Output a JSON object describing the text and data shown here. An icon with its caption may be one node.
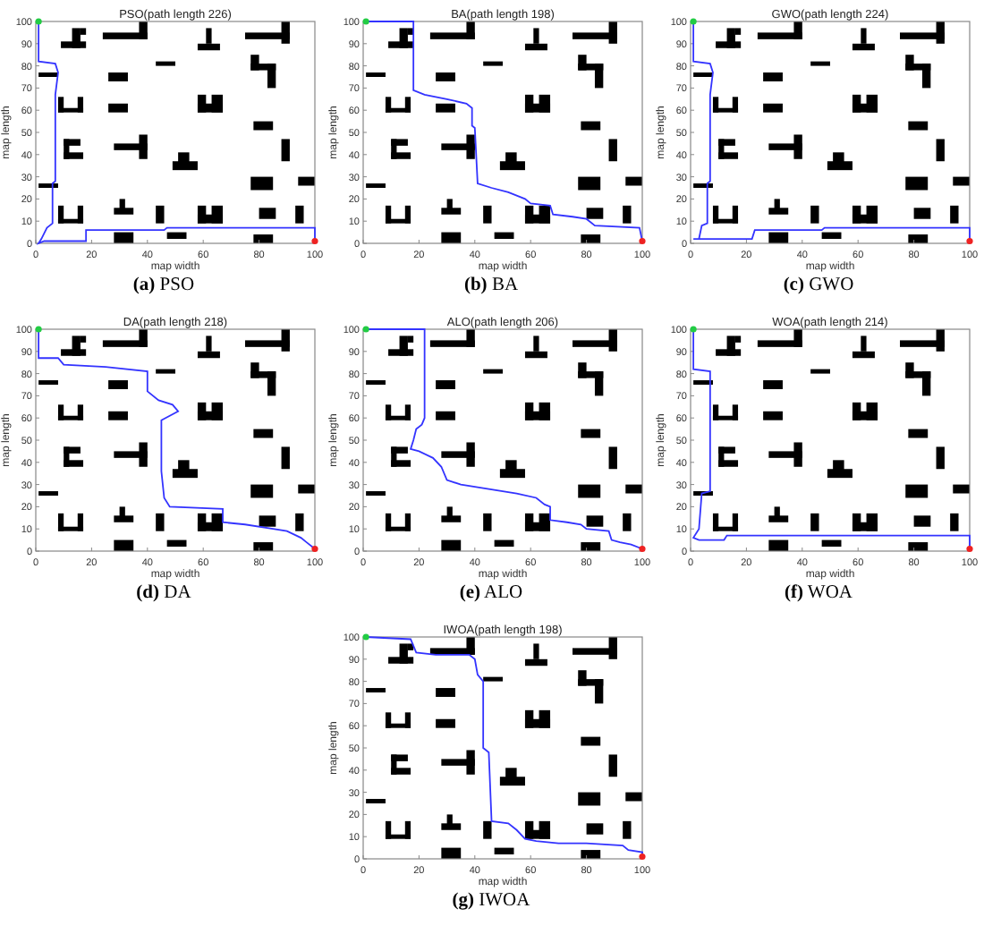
{
  "diagram": {
    "labels": [
      "**(a)** PSO",
      "**(b)** BA",
      "**(c)** GWO",
      "**(d)** DA",
      "**(e)** ALO",
      "**(f)** WOA",
      "**(g)** IWOA"
    ],
    "chart_data": [
      {
        "type": "line",
        "title": "PSO(path length 226)",
        "xlabel": "map width",
        "ylabel": "map length",
        "xlim": [
          0,
          100
        ],
        "ylim": [
          0,
          100
        ],
        "xticks": [
          0,
          20,
          40,
          60,
          80,
          100
        ],
        "yticks": [
          0,
          10,
          20,
          30,
          40,
          50,
          60,
          70,
          80,
          90,
          100
        ],
        "x": [
          1,
          1,
          7,
          8,
          7,
          7,
          6,
          6,
          4,
          2,
          1,
          3,
          18,
          18,
          46,
          47,
          100,
          100
        ],
        "series": [
          {
            "color": "#3333ff",
            "values": [
              100,
              82,
              81,
              77,
              67,
              28,
              27,
              9,
              7,
              2,
              0,
              1,
              1,
              6,
              6,
              7,
              7,
              1
            ]
          }
        ]
      },
      {
        "type": "line",
        "title": "BA(path length 198)",
        "xlabel": "map width",
        "ylabel": "map length",
        "xlim": [
          0,
          100
        ],
        "ylim": [
          0,
          100
        ],
        "xticks": [
          0,
          20,
          40,
          60,
          80,
          100
        ],
        "yticks": [
          0,
          10,
          20,
          30,
          40,
          50,
          60,
          70,
          80,
          90,
          100
        ],
        "x": [
          1,
          18,
          18,
          22,
          30,
          37,
          39,
          39,
          40,
          41,
          46,
          52,
          58,
          60,
          67,
          68,
          75,
          80,
          83,
          99,
          100
        ],
        "series": [
          {
            "color": "#3333ff",
            "values": [
              100,
              100,
              69,
              67,
              65,
              63,
              61,
              53,
              52,
              27,
              25,
              23,
              20,
              18,
              17,
              13,
              12,
              11,
              8,
              7,
              1
            ]
          }
        ]
      },
      {
        "type": "line",
        "title": "GWO(path length 224)",
        "xlabel": "map width",
        "ylabel": "map length",
        "xlim": [
          0,
          100
        ],
        "ylim": [
          0,
          100
        ],
        "xticks": [
          0,
          20,
          40,
          60,
          80,
          100
        ],
        "yticks": [
          0,
          10,
          20,
          30,
          40,
          50,
          60,
          70,
          80,
          90,
          100
        ],
        "x": [
          1,
          1,
          7,
          8,
          7,
          7,
          6,
          6,
          4,
          3,
          1,
          22,
          23,
          47,
          48,
          100,
          100
        ],
        "series": [
          {
            "color": "#3333ff",
            "values": [
              100,
              82,
              81,
              77,
              67,
              28,
              27,
              9,
              8,
              2,
              2,
              2,
              6,
              6,
              7,
              7,
              1
            ]
          }
        ]
      },
      {
        "type": "line",
        "title": "DA(path length 218)",
        "xlabel": "map width",
        "ylabel": "map length",
        "xlim": [
          0,
          100
        ],
        "ylim": [
          0,
          100
        ],
        "xticks": [
          0,
          20,
          40,
          60,
          80,
          100
        ],
        "yticks": [
          0,
          10,
          20,
          30,
          40,
          50,
          60,
          70,
          80,
          90,
          100
        ],
        "x": [
          1,
          1,
          8,
          10,
          25,
          40,
          40,
          44,
          49,
          51,
          45,
          45,
          46,
          48,
          67,
          67,
          75,
          85,
          90,
          95,
          97,
          100
        ],
        "series": [
          {
            "color": "#3333ff",
            "values": [
              100,
              87,
              87,
              84,
              83,
              81,
              72,
              68,
              66,
              63,
              59,
              36,
              24,
              20,
              19,
              13,
              12,
              10,
              9,
              6,
              4,
              1
            ]
          }
        ]
      },
      {
        "type": "line",
        "title": "ALO(path length 206)",
        "xlabel": "map width",
        "ylabel": "map length",
        "xlim": [
          0,
          100
        ],
        "ylim": [
          0,
          100
        ],
        "xticks": [
          0,
          20,
          40,
          60,
          80,
          100
        ],
        "yticks": [
          0,
          10,
          20,
          30,
          40,
          50,
          60,
          70,
          80,
          90,
          100
        ],
        "x": [
          1,
          22,
          22,
          21,
          19,
          18,
          17,
          20,
          25,
          28,
          30,
          35,
          45,
          55,
          62,
          65,
          67,
          67,
          73,
          78,
          80,
          88,
          89,
          92,
          96,
          100
        ],
        "series": [
          {
            "color": "#3333ff",
            "values": [
              100,
              100,
              60,
              57,
              55,
              50,
              46,
              45,
              42,
              38,
              32,
              30,
              28,
              26,
              24,
              21,
              20,
              14,
              13,
              12,
              10,
              9,
              5,
              4,
              3,
              1
            ]
          }
        ]
      },
      {
        "type": "line",
        "title": "WOA(path length 214)",
        "xlabel": "map width",
        "ylabel": "map length",
        "xlim": [
          0,
          100
        ],
        "ylim": [
          0,
          100
        ],
        "xticks": [
          0,
          20,
          40,
          60,
          80,
          100
        ],
        "yticks": [
          0,
          10,
          20,
          30,
          40,
          50,
          60,
          70,
          80,
          90,
          100
        ],
        "x": [
          1,
          1,
          7,
          7,
          7,
          4,
          3,
          1,
          3,
          12,
          13,
          100,
          100
        ],
        "series": [
          {
            "color": "#3333ff",
            "values": [
              100,
              82,
              81,
              67,
              27,
              26,
              10,
              6,
              5,
              5,
              7,
              7,
              1
            ]
          }
        ]
      },
      {
        "type": "line",
        "title": "IWOA(path length 198)",
        "xlabel": "map width",
        "ylabel": "map length",
        "xlim": [
          0,
          100
        ],
        "ylim": [
          0,
          100
        ],
        "xticks": [
          0,
          20,
          40,
          60,
          80,
          100
        ],
        "yticks": [
          0,
          10,
          20,
          30,
          40,
          50,
          60,
          70,
          80,
          90,
          100
        ],
        "x": [
          1,
          17,
          19,
          26,
          38,
          40,
          41,
          43,
          43,
          45,
          46,
          52,
          55,
          58,
          62,
          70,
          80,
          93,
          95,
          100,
          100
        ],
        "series": [
          {
            "color": "#3333ff",
            "values": [
              100,
              99,
              93,
              92,
              92,
              90,
              83,
              80,
              50,
              48,
              17,
              16,
              13,
              9,
              8,
              7,
              7,
              6,
              4,
              3,
              1
            ]
          }
        ]
      }
    ]
  }
}
